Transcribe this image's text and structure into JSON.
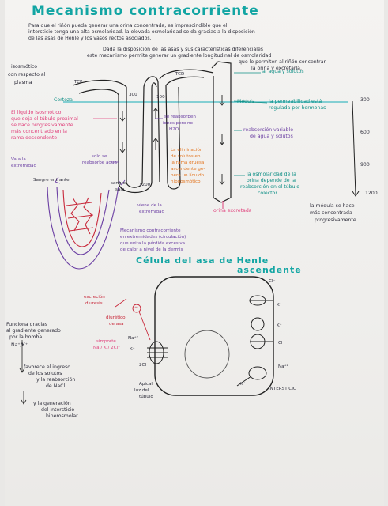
{
  "title": "Mecanismo contracorriente",
  "intro": [
    "Para que el riñón pueda generar una orina concentrada, es imprescindible que el",
    "intersticio tenga una alta osmolaridad, la elevada osmolaridad se da gracias a la disposición",
    "de las asas de Henle y los vasos rectos asociados."
  ],
  "intro2": [
    "Dada la disposición de las asas y sus características diferenciales",
    "este mecanismo permite generar un gradiente longitudinal de osmolaridad",
    "que le permiten al riñón concentrar",
    "la orina y excretarla."
  ],
  "left_top": [
    "isosmótico",
    "con respecto al",
    "plasma"
  ],
  "corteza": "Corteza",
  "labels": {
    "tcp": "TCP",
    "tcd": "TCD",
    "v300": "300",
    "v100": "100",
    "v1200": "1200",
    "medula": "Médula"
  },
  "scale": [
    "300",
    "600",
    "900",
    "1200"
  ],
  "pink_note": [
    "El líquido isosmótico",
    "que deja el túbulo proximal",
    "se hace progresivamente",
    "más concentrado en la",
    "rama descendente"
  ],
  "purple_reabs": [
    "se reabsorben",
    "iones pero no",
    "H2O"
  ],
  "orange_note": [
    "La eliminación",
    "de solutos en",
    "la rama gruesa",
    "ascendente ge-",
    "nera un líquido",
    "hipoosmótico"
  ],
  "solo_agua": [
    "solo se",
    "reabsorbe agua"
  ],
  "va_extremidad": [
    "Va a la",
    "extremidad"
  ],
  "right_notes": {
    "agua_solutos": "al agua y solutos",
    "permeabilidad": [
      "la permeabilidad está",
      "regulada por hormonas"
    ],
    "reabsorcion": [
      "reabsorción variable",
      "de agua y solutos"
    ],
    "osmolaridad": [
      "la osmolaridad de la",
      "orina depende de la",
      "reabsorción en el túbulo",
      "colector"
    ],
    "orina": "orina excretada",
    "medula_note": [
      "la médula se hace",
      "más concentrada",
      "progresivamente."
    ]
  },
  "vasa": {
    "sangre_entrante": "Sangre entrante",
    "sangre_sale": [
      "sangre",
      "sale"
    ],
    "viene": [
      "viene de la",
      "extremidad"
    ],
    "mecanismo": [
      "Mecanismo contracorriente",
      "en extremidades (circulación)",
      "que evita la pérdida excesiva",
      "de calor a nivel de la dermis"
    ]
  },
  "cell_title": [
    "Célula del asa de Henle",
    "ascendente"
  ],
  "cell_left": {
    "excreta": [
      "excreción",
      "diuresis"
    ],
    "diuretico": [
      "diurético",
      "de asa"
    ],
    "simporte": [
      "simporte",
      "Na / K / 2Cl⁻"
    ],
    "funciona": [
      "Funciona gracias",
      "al gradiente generado",
      "por la bomba",
      "Na⁺/K⁺"
    ],
    "favorece": [
      "favorece el ingreso",
      "de los solutos",
      "y la reabsorción",
      "de NaCl"
    ],
    "generacion": [
      "y la generación",
      "del intersticio",
      "hiperosmolar"
    ]
  },
  "ions": {
    "na": "Na⁺²",
    "k": "K⁺",
    "cl2": "2Cl⁻",
    "cl_top": "Cl⁻",
    "k_r1": "K⁺",
    "k_r2": "K⁺",
    "cl_r": "Cl⁻",
    "na_r": "Na⁺²",
    "k_bot": "K⁺",
    "minus": "−"
  },
  "apical": [
    "Apical",
    "luz del",
    "túbulo"
  ],
  "intersticio": "INTERSTICIO"
}
